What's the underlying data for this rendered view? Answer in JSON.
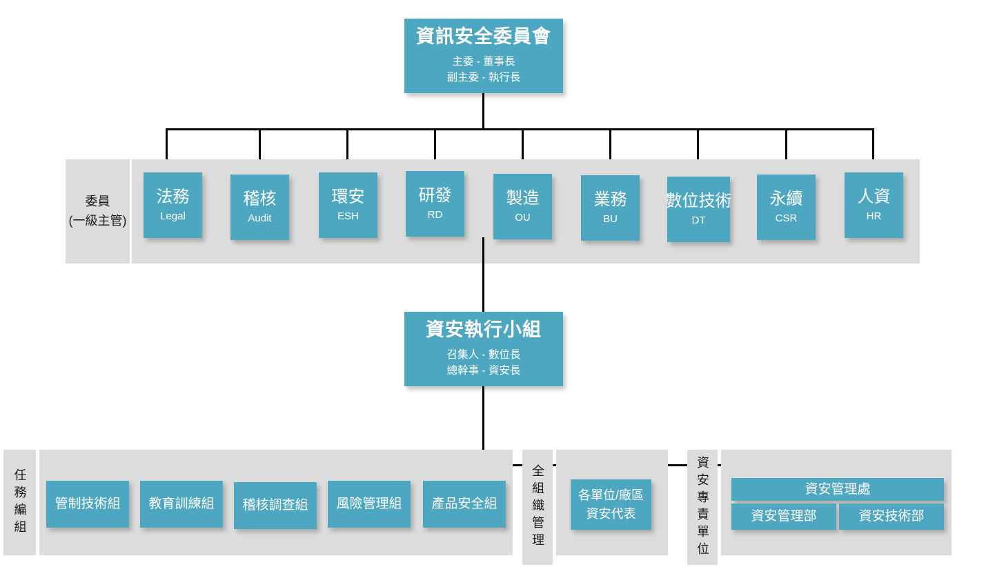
{
  "diagram": {
    "title_node": {
      "name": "資訊安全委員會",
      "sub": "主委 - 董事長\n副主委 - 執行長"
    },
    "exec_node": {
      "name": "資安執行小組",
      "sub": "召集人 - 數位長\n總幹事 - 資安長"
    },
    "committee_row": {
      "label_line1": "委員",
      "label_line2": "(一級主管)",
      "members": [
        {
          "cn": "法務",
          "en": "Legal"
        },
        {
          "cn": "稽核",
          "en": "Audit"
        },
        {
          "cn": "環安",
          "en": "ESH"
        },
        {
          "cn": "研發",
          "en": "RD"
        },
        {
          "cn": "製造",
          "en": "OU"
        },
        {
          "cn": "業務",
          "en": "BU"
        },
        {
          "cn": "數位技術",
          "en": "DT"
        },
        {
          "cn": "永續",
          "en": "CSR"
        },
        {
          "cn": "人資",
          "en": "HR"
        }
      ]
    },
    "task_group": {
      "label": "任務編組",
      "items": [
        {
          "cn": "管制技術組"
        },
        {
          "cn": "教育訓練組"
        },
        {
          "cn": "稽核調查組"
        },
        {
          "cn": "風險管理組"
        },
        {
          "cn": "產品安全組"
        }
      ]
    },
    "org_wide": {
      "label": "全組織管理",
      "items": [
        {
          "cn": "各單位/廠區\n資安代表"
        }
      ]
    },
    "dedicated_unit": {
      "label": "資安專責單位",
      "head": {
        "cn": "資安管理處"
      },
      "items": [
        {
          "cn": "資安管理部"
        },
        {
          "cn": "資安技術部"
        }
      ]
    },
    "colors": {
      "node_fill": "#4ea7c0",
      "band_fill": "#dcdcdc",
      "connector": "#000000",
      "node_text": "#ffffff"
    }
  }
}
